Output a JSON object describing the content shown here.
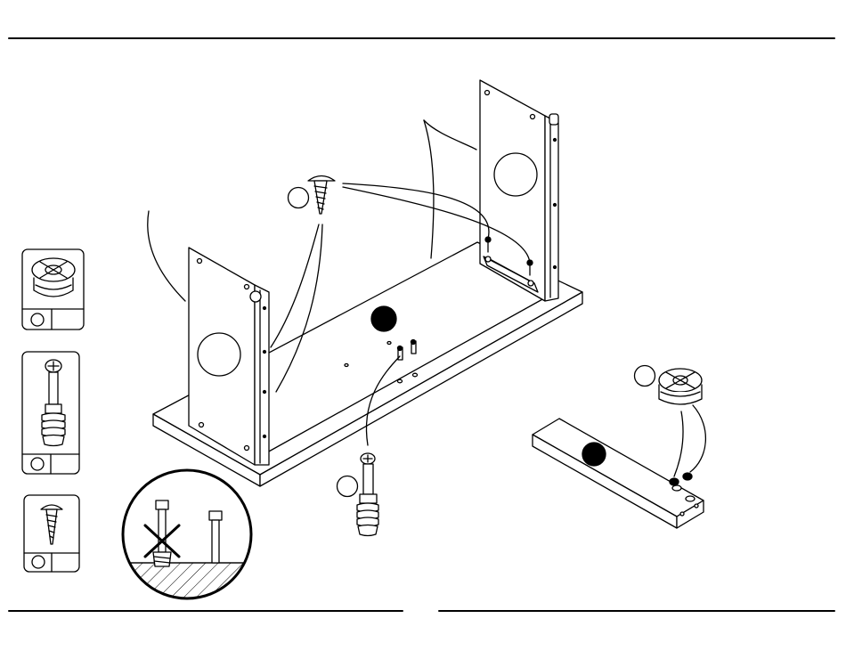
{
  "page": {
    "title": "",
    "step_number": ""
  },
  "parts_legend": [
    {
      "name": "cam-lock",
      "label": "",
      "count": ""
    },
    {
      "name": "cam-bolt",
      "label": "",
      "count": ""
    },
    {
      "name": "screw",
      "label": "",
      "count": ""
    }
  ],
  "callouts": [
    {
      "name": "screw-callout",
      "label": ""
    },
    {
      "name": "cam-bolt-callout",
      "label": ""
    },
    {
      "name": "cam-lock-callout",
      "label": ""
    }
  ],
  "colors": {
    "line": "#000000",
    "panel": "#ffffff",
    "marker": "#000000"
  }
}
